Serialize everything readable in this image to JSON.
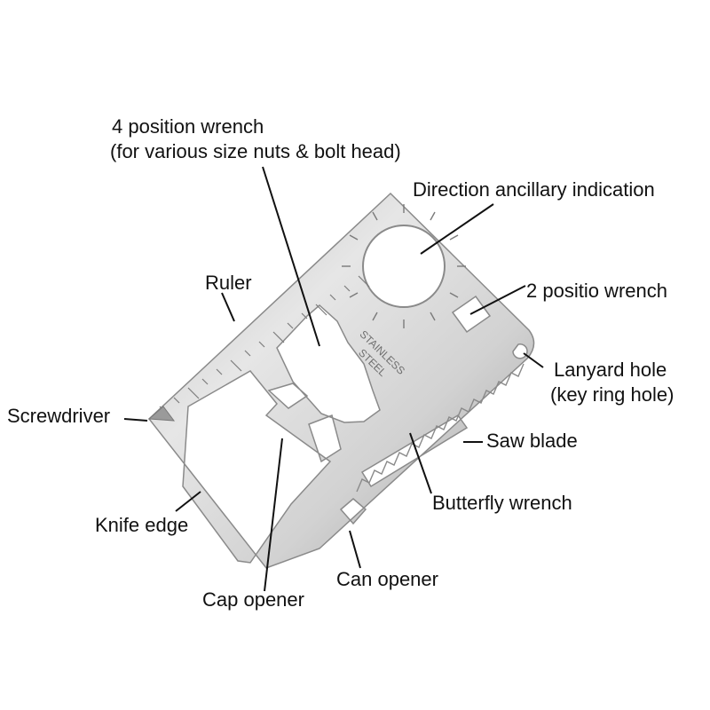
{
  "colors": {
    "steel_light": "#e4e4e4",
    "steel_mid": "#bdbdbd",
    "steel_dark": "#8e8e8e",
    "engraving": "#6f6f6f",
    "text": "#111111",
    "leader": "#111111"
  },
  "engraving": {
    "line1": "STAINLESS",
    "line2": "STEEL"
  },
  "labels": {
    "four_position_wrench_1": "4 position wrench",
    "four_position_wrench_2": "(for various size nuts & bolt head)",
    "direction_indication": "Direction ancillary indication",
    "ruler": "Ruler",
    "two_position_wrench": "2 positio wrench",
    "lanyard_hole_1": "Lanyard hole",
    "lanyard_hole_2": "(key ring hole)",
    "screwdriver": "Screwdriver",
    "saw_blade": "Saw blade",
    "butterfly_wrench": "Butterfly wrench",
    "knife_edge": "Knife edge",
    "can_opener": "Can opener",
    "cap_opener": "Cap opener"
  }
}
